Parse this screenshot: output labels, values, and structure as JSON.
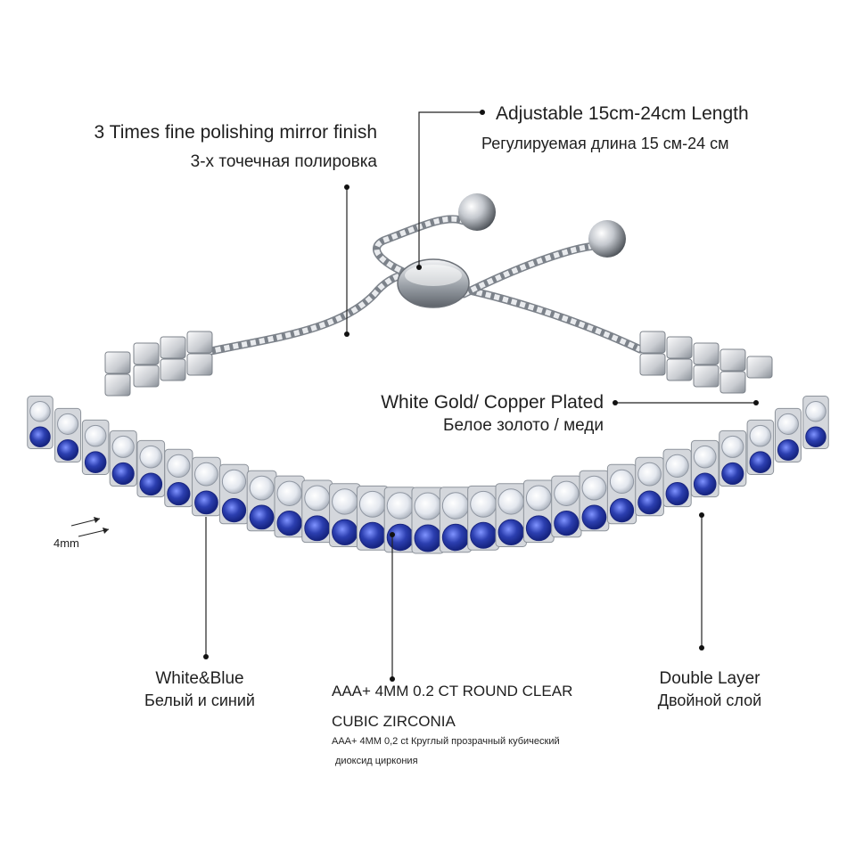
{
  "colors": {
    "background": "#ffffff",
    "metal": "#c9ccd1",
    "stone_white": "#eef1f6",
    "stone_blue": "#2c3fb0",
    "leader_line": "#222222"
  },
  "labels": {
    "polish": {
      "en": "3 Times fine polishing mirror finish",
      "ru": "3-х точечная полировка"
    },
    "length": {
      "en": "Adjustable 15cm-24cm Length",
      "ru": "Регулируемая длина 15 см-24 см"
    },
    "plating": {
      "en": "White Gold/ Copper Plated",
      "ru": "Белое золото / меди"
    },
    "width": "4mm",
    "color": {
      "en": "White&Blue",
      "ru": "Белый и синий"
    },
    "stone": {
      "en_line1": "AAA+ 4MM 0.2 CT ROUND CLEAR",
      "en_line2": "CUBIC ZIRCONIA",
      "ru_line1": "AAA+ 4MM 0,2 ct Круглый прозрачный кубический",
      "ru_line2": "диоксид циркония"
    },
    "layer": {
      "en": "Double Layer",
      "ru": "Двойной слой"
    }
  }
}
